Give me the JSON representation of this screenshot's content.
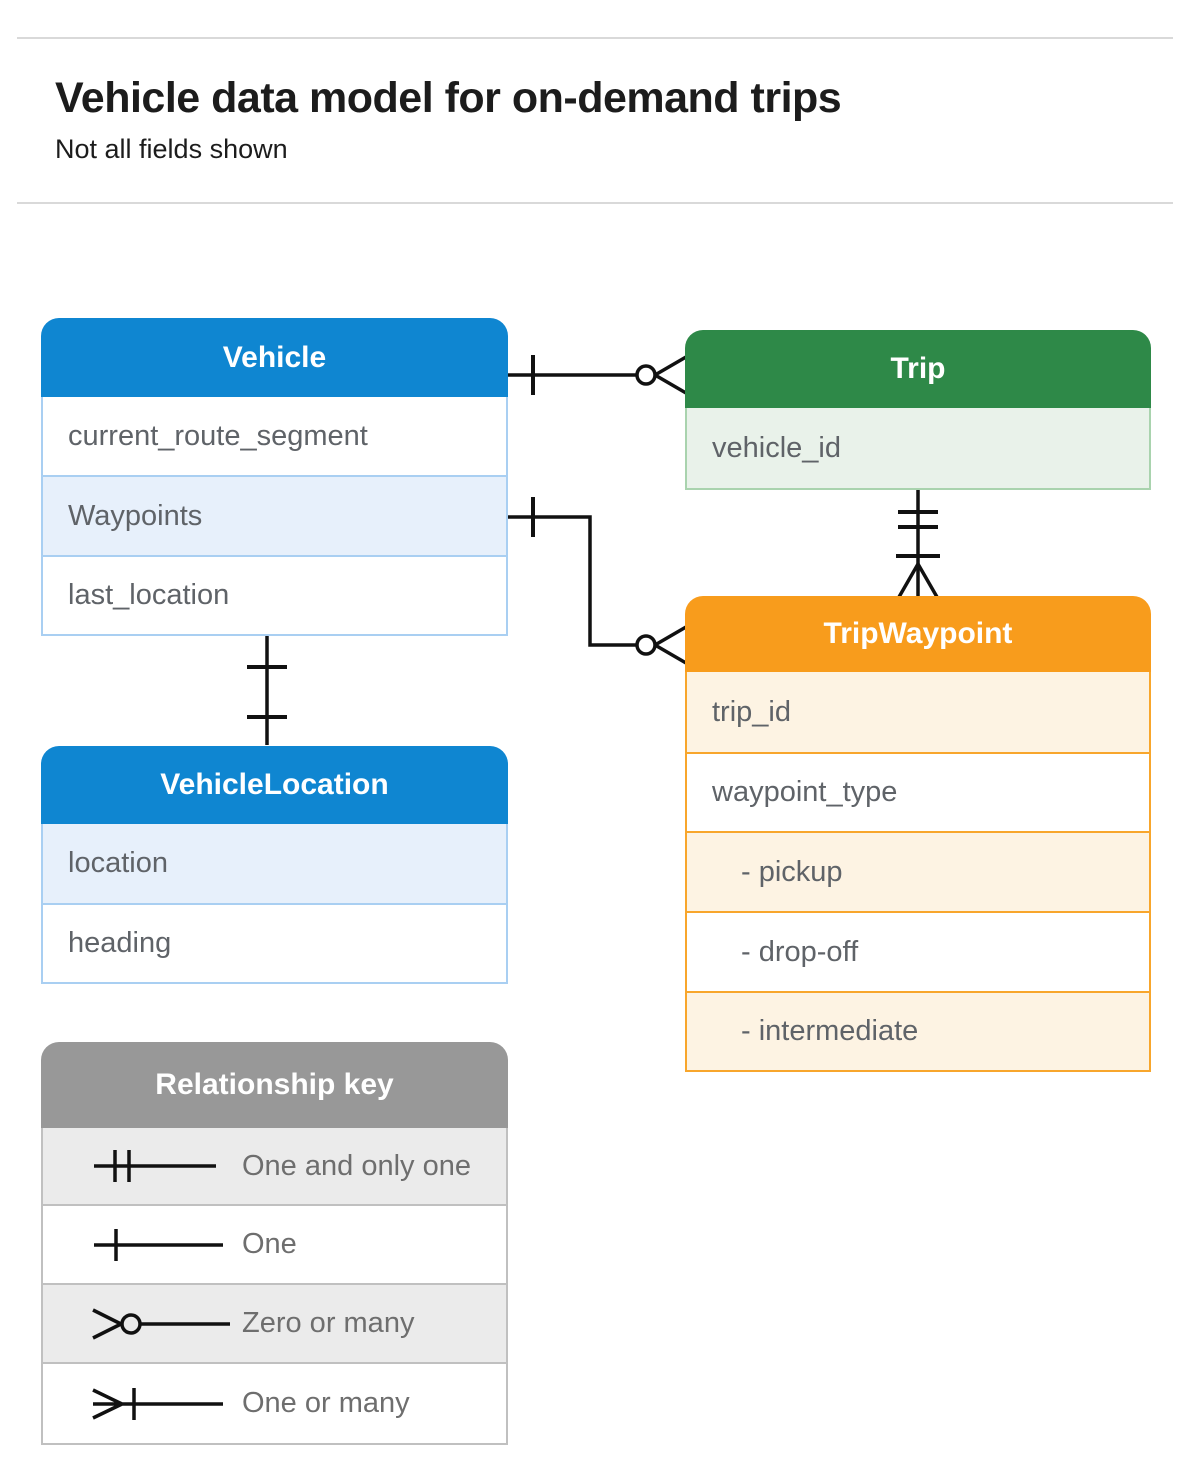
{
  "page": {
    "title": "Vehicle data model for on-demand trips",
    "subtitle": "Not all fields shown"
  },
  "colors": {
    "blue": "#0f86d1",
    "blue_light": "#e7f0fb",
    "blue_border": "#a9cff2",
    "green": "#2e8948",
    "green_light": "#e9f2ea",
    "green_border": "#a9d3ae",
    "orange": "#f89c1c",
    "orange_light": "#fdf3e3",
    "orange_border": "#f8a62c",
    "gray": "#989898",
    "gray_light": "#ebebeb",
    "gray_border": "#c0c0c0",
    "line": "#111111"
  },
  "entities": {
    "vehicle": {
      "title": "Vehicle",
      "fields": [
        {
          "label": "current_route_segment"
        },
        {
          "label": "Waypoints"
        },
        {
          "label": "last_location"
        }
      ]
    },
    "trip": {
      "title": "Trip",
      "fields": [
        {
          "label": "vehicle_id"
        }
      ]
    },
    "trip_waypoint": {
      "title": "TripWaypoint",
      "fields": [
        {
          "label": "trip_id"
        },
        {
          "label": "waypoint_type"
        },
        {
          "label": "- pickup"
        },
        {
          "label": "- drop-off"
        },
        {
          "label": "- intermediate"
        }
      ]
    },
    "vehicle_location": {
      "title": "VehicleLocation",
      "fields": [
        {
          "label": "location"
        },
        {
          "label": "heading"
        }
      ]
    }
  },
  "legend": {
    "title": "Relationship key",
    "items": [
      {
        "label": "One and only one",
        "symbol": "one-and-only-one-symbol"
      },
      {
        "label": "One",
        "symbol": "one-symbol"
      },
      {
        "label": "Zero or many",
        "symbol": "zero-or-many-symbol"
      },
      {
        "label": "One or many",
        "symbol": "one-or-many-symbol"
      }
    ]
  },
  "relationships": [
    {
      "from": "Vehicle",
      "to": "Trip",
      "from_end": "one",
      "to_end": "zero or many"
    },
    {
      "from": "Vehicle.Waypoints",
      "to": "TripWaypoint",
      "from_end": "one",
      "to_end": "zero or many"
    },
    {
      "from": "Trip",
      "to": "TripWaypoint",
      "from_end": "one and only one",
      "to_end": "one or many"
    },
    {
      "from": "Vehicle",
      "to": "VehicleLocation",
      "from_end": "one",
      "to_end": "one"
    }
  ]
}
